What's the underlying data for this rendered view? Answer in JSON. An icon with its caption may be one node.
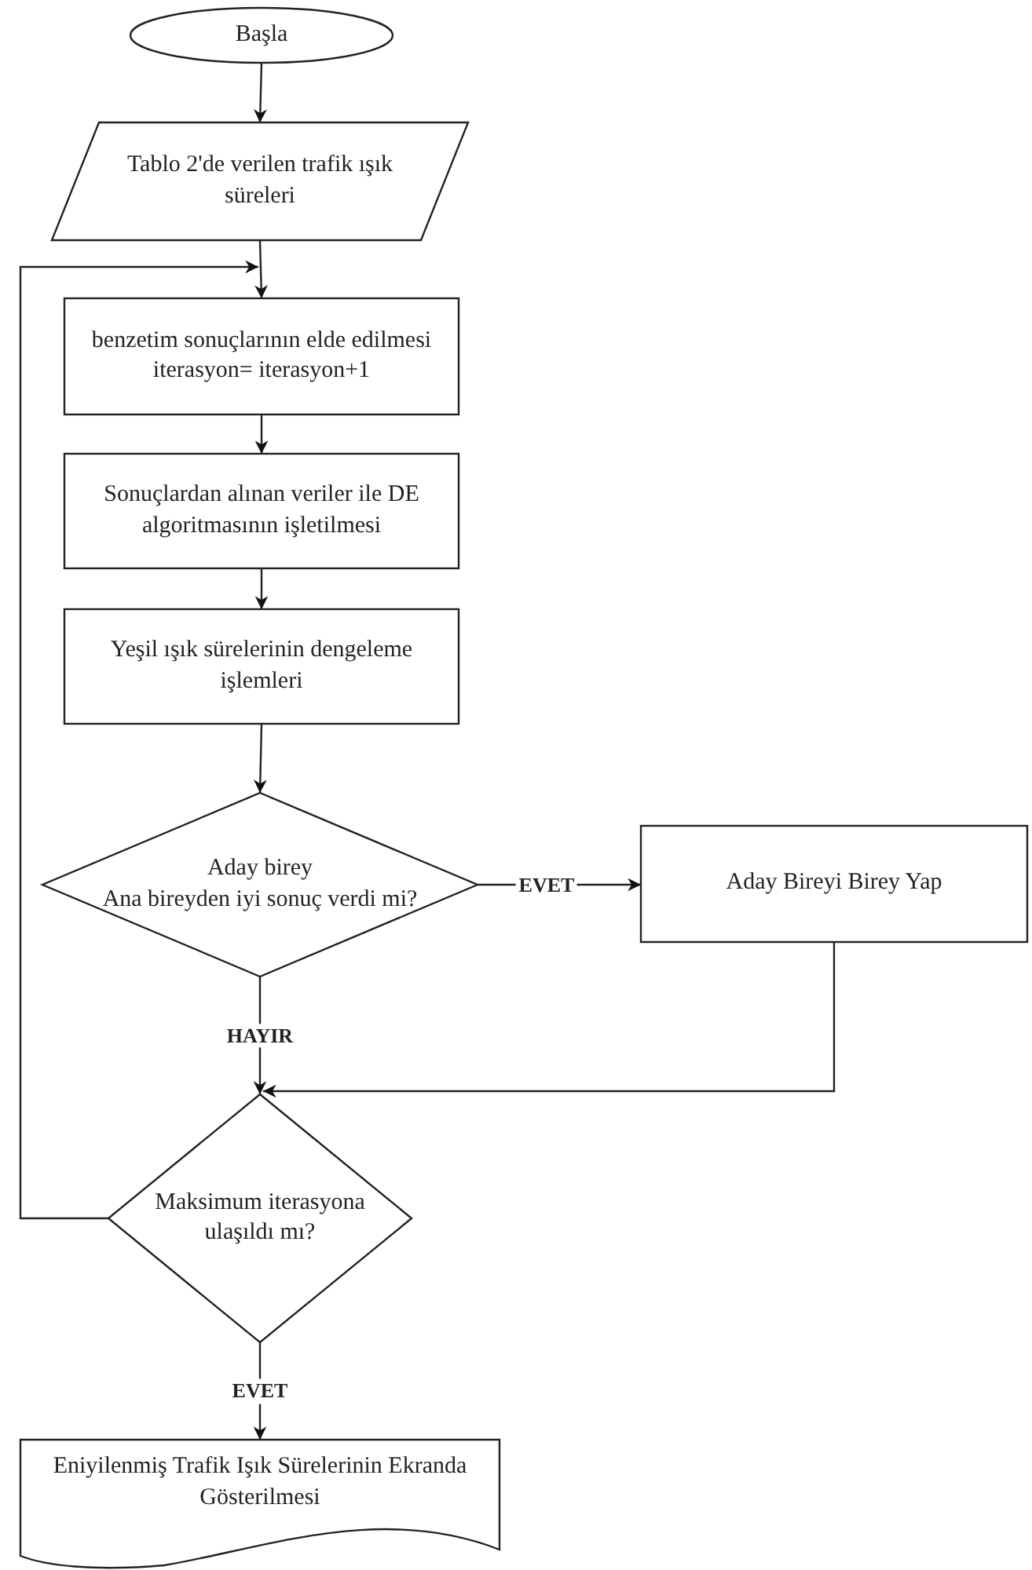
{
  "diagram": {
    "nodes": [
      {
        "text": [
          "Başla"
        ]
      },
      {
        "text": [
          "Tablo 2'de verilen trafik ışık süreleri"
        ]
      },
      {
        "text": [
          "benzetim sonuçlarının elde edilmesi",
          "iterasyon= iterasyon+1"
        ]
      },
      {
        "text": [
          "Sonuçlardan alınan veriler ile DE algoritmasının işletilmesi"
        ]
      },
      {
        "text": [
          "Yeşil ışık sürelerinin dengeleme işlemleri"
        ]
      },
      {
        "text": [
          "Aday birey",
          "Ana bireyden iyi sonuç verdi mi?"
        ]
      },
      {
        "text": [
          "Aday Bireyi Birey Yap"
        ]
      },
      {
        "text": [
          "Maksimum iterasyona ulaşıldı mı?"
        ]
      },
      {
        "text": [
          "Eniyilenmiş Trafik Işık Sürelerinin Ekranda Gösterilmesi"
        ]
      }
    ],
    "edges": [
      {
        "from": 0,
        "to": 1,
        "arrow": "to"
      },
      {
        "from": 1,
        "to": 2,
        "arrow": "to"
      },
      {
        "from": 2,
        "to": 3,
        "arrow": "to"
      },
      {
        "from": 3,
        "to": 4,
        "arrow": "to"
      },
      {
        "from": 4,
        "to": 5,
        "arrow": "to"
      },
      {
        "from": 5,
        "to": 6,
        "arrow": "to",
        "label": "EVET"
      },
      {
        "from": 5,
        "to": 7,
        "arrow": "to",
        "label": "HAYIR"
      },
      {
        "from": 6,
        "to": 7,
        "arrow": "to"
      },
      {
        "from": 7,
        "to": 2,
        "arrow": "to"
      },
      {
        "from": 7,
        "to": 8,
        "arrow": "to",
        "label": "EVET"
      }
    ]
  }
}
